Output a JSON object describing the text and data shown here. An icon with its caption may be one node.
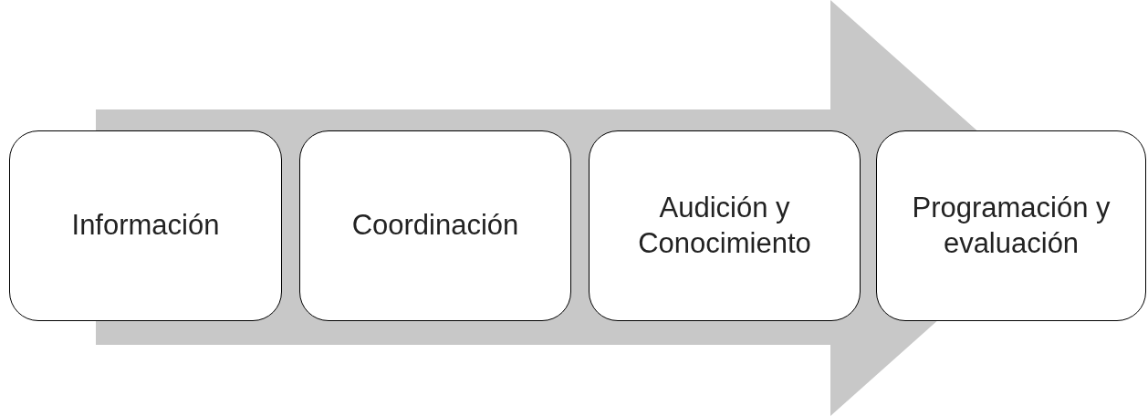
{
  "diagram": {
    "nodes": [
      {
        "text": [
          "Información"
        ]
      },
      {
        "text": [
          "Coordinación"
        ]
      },
      {
        "text": [
          "Audición y Conocimiento"
        ]
      },
      {
        "text": [
          "Programación y evaluación"
        ]
      }
    ],
    "edges": [
      {
        "from": 0,
        "to": 3,
        "arrow": "to"
      }
    ]
  }
}
